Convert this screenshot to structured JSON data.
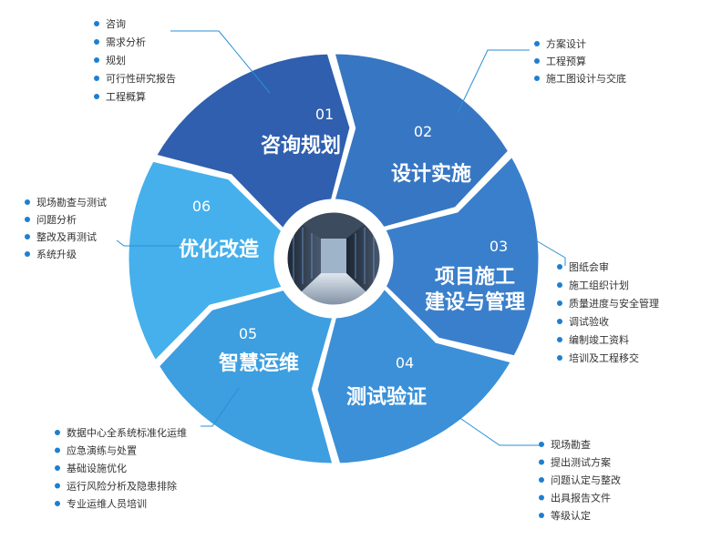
{
  "colors": {
    "seg1": "#2f5fae",
    "seg2": "#3776c2",
    "seg3": "#3a7fcb",
    "seg4": "#3b90d8",
    "seg5": "#3d9ee0",
    "seg6": "#45b0ec",
    "accent": "#1e7fd0"
  },
  "center_image": {
    "icon": "server-room-photo"
  },
  "segments": [
    {
      "num": "01",
      "title": [
        "咨询规划"
      ]
    },
    {
      "num": "02",
      "title": [
        "设计实施"
      ]
    },
    {
      "num": "03",
      "title": [
        "项目施工",
        "建设与管理"
      ]
    },
    {
      "num": "04",
      "title": [
        "测试验证"
      ]
    },
    {
      "num": "05",
      "title": [
        "智慧运维"
      ]
    },
    {
      "num": "06",
      "title": [
        "优化改造"
      ]
    }
  ],
  "lists": {
    "l01": [
      "咨询",
      "需求分析",
      "规划",
      "可行性研究报告",
      "工程概算"
    ],
    "l02": [
      "方案设计",
      "工程预算",
      "施工图设计与交底"
    ],
    "l03": [
      "图纸会审",
      "施工组织计划",
      "质量进度与安全管理",
      "调试验收",
      "编制竣工资料",
      "培训及工程移交"
    ],
    "l04": [
      "现场勘查",
      "提出测试方案",
      "问题认定与整改",
      "出具报告文件",
      "等级认定"
    ],
    "l05": [
      "数据中心全系统标准化运维",
      "应急演练与处置",
      "基础设施优化",
      "运行风险分析及隐患排除",
      "专业运维人员培训"
    ],
    "l06": [
      "现场勘查与测试",
      "问题分析",
      "整改及再测试",
      "系统升级"
    ]
  }
}
